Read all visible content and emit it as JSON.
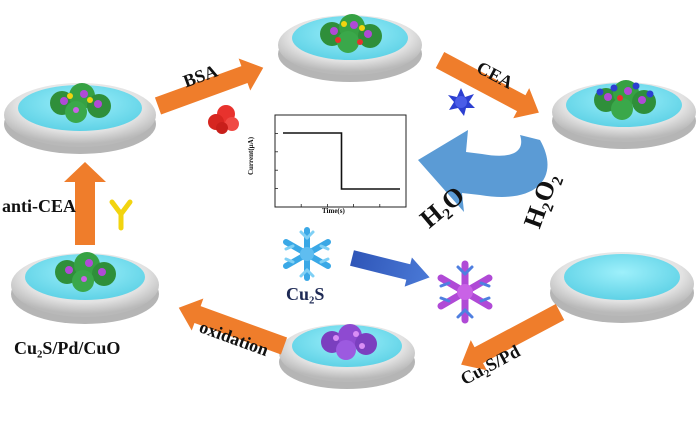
{
  "labels": {
    "bsa": "BSA",
    "cea": "CEA",
    "anti_cea": "anti-CEA",
    "h2o": "H₂O",
    "h2o2": "H₂O₂",
    "cu2s": "Cu₂S",
    "cu2s_pd_cuo": "Cu₂S/Pd/CuO",
    "oxidation": "oxidation",
    "cu2s_pd": "Cu₂S/Pd",
    "y_glyph": "Y"
  },
  "chart_data": {
    "type": "line",
    "title": "",
    "xlabel": "Time(s)",
    "ylabel": "Current(μA)",
    "xlim": [
      0,
      10
    ],
    "ylim": [
      0,
      10
    ],
    "grid": false,
    "series": [
      {
        "x": [
          0,
          5,
          5,
          10
        ],
        "y": [
          8.5,
          8.5,
          1.5,
          1.5
        ]
      }
    ]
  },
  "colors": {
    "arrow_orange": "#ef7d2b",
    "arrow_blue_dark": "#3a63c4",
    "arrow_blue_light": "#5b9bd5",
    "electrode_surface": "#74dff0",
    "electrode_rim": "#dcdcdc",
    "flake_green": "#2f8f3a",
    "flake_purple": "#b04ad6",
    "snowflake_blue": "#3aa8e6",
    "bsa_red": "#e8322d",
    "cea_blue": "#2c3fd1",
    "antibody_yellow": "#f2d40f"
  }
}
